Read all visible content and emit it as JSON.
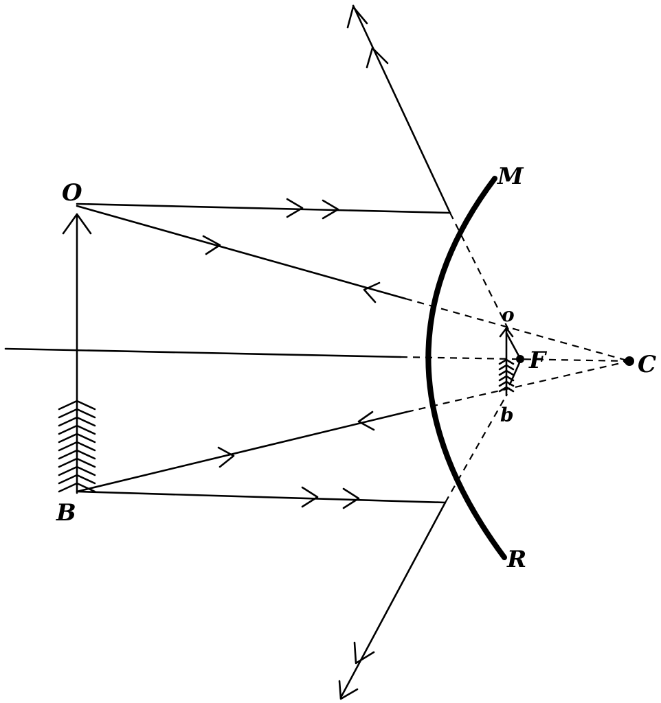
{
  "labels": {
    "object_top": "O",
    "object_bottom": "B",
    "mirror_top": "M",
    "mirror_bottom": "R",
    "image_top": "o",
    "image_bottom": "b",
    "focus": "F",
    "center": "C"
  }
}
